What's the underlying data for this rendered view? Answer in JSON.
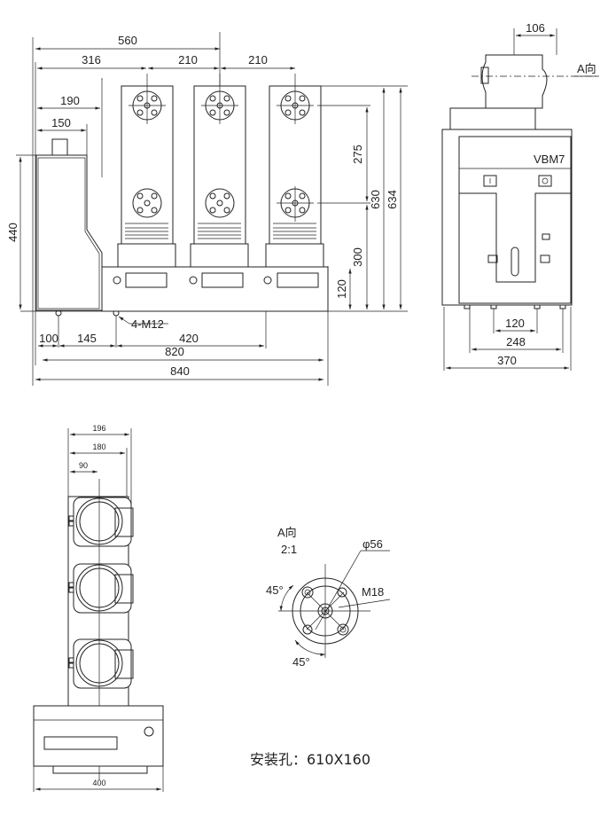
{
  "front_view": {
    "dims": {
      "d560": "560",
      "d316": "316",
      "d210a": "210",
      "d210b": "210",
      "d190": "190",
      "d150": "150",
      "d440": "440",
      "d275": "275",
      "d630": "630",
      "d634": "634",
      "d300": "300",
      "d120": "120",
      "d100": "100",
      "d145": "145",
      "d420": "420",
      "d820": "820",
      "d840": "840"
    },
    "bolt_label": "4-M12"
  },
  "side_view": {
    "dim_top": "106",
    "direction_label": "A向",
    "model": "VBM7",
    "dims": {
      "d120": "120",
      "d248": "248",
      "d370": "370"
    }
  },
  "top_view": {
    "dims": {
      "d196": "196",
      "d180": "180",
      "d90": "90",
      "d400": "400"
    }
  },
  "detail_a": {
    "title": "A向",
    "scale": "2:1",
    "diameter": "φ56",
    "thread": "M18",
    "angle_top": "45°",
    "angle_bottom": "45°"
  },
  "mounting_note": "安装孔：610X160"
}
